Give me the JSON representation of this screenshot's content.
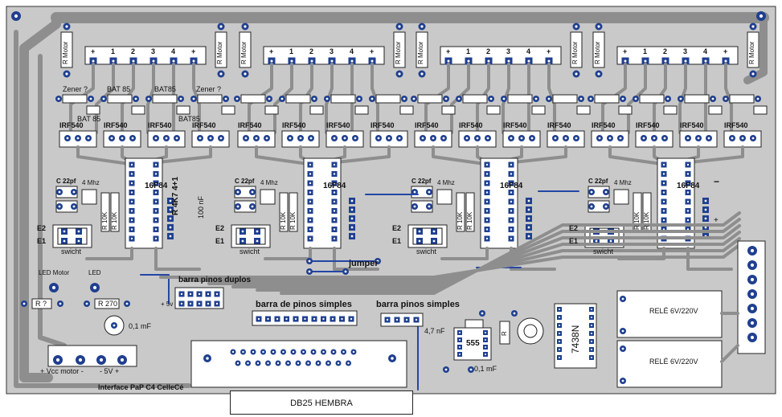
{
  "colors": {
    "board": "#c9c9c9",
    "trace": "#8e8e8e",
    "pad": "#1f3f8f",
    "pad_hole": "#ffffff",
    "jumper_wire": "#2446a6",
    "component": "#ffffff",
    "outline": "#222222"
  },
  "channels": [
    {
      "connector_labels": [
        "+",
        "1",
        "2",
        "3",
        "4",
        "+"
      ],
      "mosfets": [
        "IRF540",
        "IRF540",
        "IRF540",
        "IRF540"
      ],
      "resistor_label": "R Motor",
      "xtal_label": "4 Mhz",
      "cap_label": "C 22pf",
      "cap2_label": "C 22pf",
      "mcu_label": "16F84",
      "switch_label": "swicht",
      "e2": "E2",
      "e1": "E1",
      "r10k_a": "R 10K",
      "r10k_b": "R 10K"
    },
    {
      "connector_labels": [
        "+",
        "1",
        "2",
        "3",
        "4",
        "+"
      ],
      "mosfets": [
        "IRF540",
        "IRF540",
        "IRF540",
        "IRF540"
      ],
      "resistor_label": "R Motor",
      "xtal_label": "4 Mhz",
      "cap_label": "C 22pf",
      "cap2_label": "C 22pf",
      "mcu_label": "16F84",
      "switch_label": "swicht",
      "e2": "E2",
      "e1": "E1",
      "r10k_a": "R 10K",
      "r10k_b": "R 10K"
    },
    {
      "connector_labels": [
        "+",
        "1",
        "2",
        "3",
        "4",
        "+"
      ],
      "mosfets": [
        "IRF540",
        "IRF540",
        "IRF540",
        "IRF540"
      ],
      "resistor_label": "R Motor",
      "xtal_label": "4 Mhz",
      "cap_label": "C 22pf",
      "cap2_label": "C 22pf",
      "mcu_label": "16F84",
      "switch_label": "swicht",
      "e2": "E2",
      "e1": "E1",
      "r10k_a": "R 10K",
      "r10k_b": "R 10K"
    },
    {
      "connector_labels": [
        "+",
        "1",
        "2",
        "3",
        "4",
        "+"
      ],
      "mosfets": [
        "IRF540",
        "IRF540",
        "IRF540",
        "IRF540"
      ],
      "resistor_label": "R Motor",
      "xtal_label": "4 Mhz",
      "cap_label": "C 22pf",
      "cap2_label": "C 22pf",
      "mcu_label": "16F84",
      "switch_label": "swicht",
      "e2": "E2",
      "e1": "E1",
      "r10k_a": "R 10K",
      "r10k_b": "R 10K"
    }
  ],
  "extra_labels": {
    "zener_1": "Zener ?",
    "bat_1": "BAT 85",
    "bat_2": "BAT85",
    "zener_2": "Zener ?",
    "bat_3": "BAT 85",
    "bat_4": "BAT85",
    "r4k7": "R 4K7 4+1",
    "cap100nf": "100 nF",
    "minus": "−",
    "plus": "+",
    "led_motor": "LED Motor",
    "led": "LED",
    "r_q": "R ?",
    "r270": "R 270",
    "cap01mf": "0,1 mF",
    "vcc_motor": "+ Vcc motor -",
    "v5": "-  5V +",
    "barra_duplos": "barra pinos duplos",
    "plus5v": "+ 5v",
    "jumper": "jumper",
    "barra_simples_1": "barra de pinos simples",
    "barra_simples_2": "barra pinos simples",
    "cap47nf": "4,7 nF",
    "ic555": "555",
    "cap01mf_2": "0,1 mF",
    "ic7438": "7438N",
    "rele1": "RELÉ 6V/220V",
    "rele2": "RELÉ 6V/220V",
    "rr": "R",
    "signature": "Interface PaP C4  CelleCé",
    "footer": "DB25 HEMBRA"
  }
}
